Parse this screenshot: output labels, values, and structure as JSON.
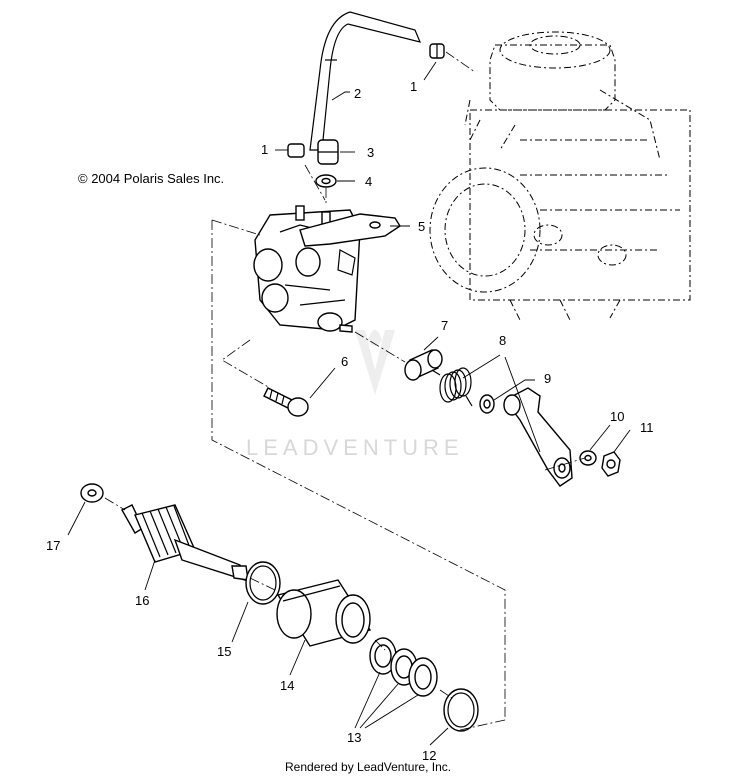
{
  "copyright": "© 2004 Polaris Sales Inc.",
  "watermark": "LEADVENTURE",
  "footer": "Rendered by LeadVenture, Inc.",
  "callouts": [
    "1",
    "2",
    "1",
    "3",
    "4",
    "5",
    "6",
    "7",
    "8",
    "9",
    "10",
    "11",
    "17",
    "16",
    "15",
    "14",
    "13",
    "12"
  ],
  "colors": {
    "line": "#000000",
    "background": "#ffffff",
    "watermark": "#d8d8d8"
  }
}
